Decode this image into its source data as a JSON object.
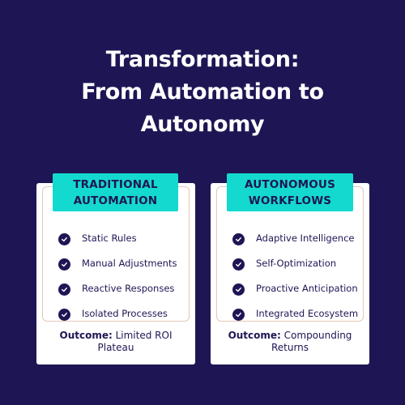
{
  "title": {
    "line1": "Transformation:",
    "line2": "From Automation to",
    "line3": "Autonomy"
  },
  "colors": {
    "background": "#1e1654",
    "accent": "#14d9cf",
    "card": "#ffffff",
    "card_border": "#e3c8b6",
    "text_dark": "#1e1654"
  },
  "left_card": {
    "heading_line1": "TRADITIONAL",
    "heading_line2": "AUTOMATION",
    "items": [
      {
        "label": "Static Rules",
        "icon": "check-circle-icon"
      },
      {
        "label": "Manual Adjustments",
        "icon": "check-circle-icon"
      },
      {
        "label": "Reactive Responses",
        "icon": "check-circle-icon"
      },
      {
        "label": "Isolated Processes",
        "icon": "check-circle-icon"
      }
    ],
    "outcome_label": "Outcome:",
    "outcome_line1": " Limited ROI",
    "outcome_line2": "Plateau"
  },
  "right_card": {
    "heading_line1": "AUTONOMOUS",
    "heading_line2": "WORKFLOWS",
    "items": [
      {
        "label": "Adaptive Intelligence",
        "icon": "check-circle-icon"
      },
      {
        "label": "Self-Optimization",
        "icon": "check-circle-icon"
      },
      {
        "label": "Proactive Anticipation",
        "icon": "check-circle-icon"
      },
      {
        "label": "Integrated Ecosystem",
        "icon": "check-circle-icon"
      }
    ],
    "outcome_label": "Outcome:",
    "outcome_line1": " Compounding",
    "outcome_line2": "Returns"
  }
}
